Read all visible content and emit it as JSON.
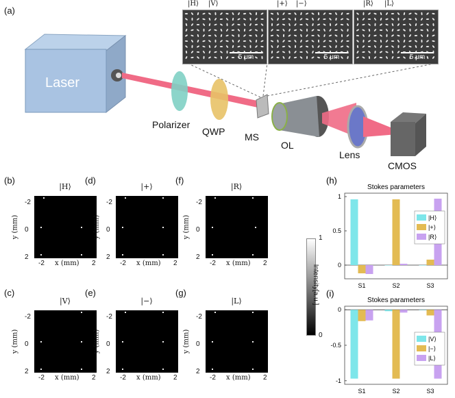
{
  "figure": {
    "panel_a_label": "(a)",
    "setup": {
      "laser": "Laser",
      "polarizer": "Polarizer",
      "qwp": "QWP",
      "ms": "MS",
      "ol": "OL",
      "lens": "Lens",
      "cmos": "CMOS"
    },
    "sem_images": [
      {
        "kets": [
          "|H⟩",
          "|V⟩"
        ],
        "scale": "5 μm"
      },
      {
        "kets": [
          "|+⟩",
          "|−⟩"
        ],
        "scale": "5 μm"
      },
      {
        "kets": [
          "|R⟩",
          "|L⟩"
        ],
        "scale": "5 μm"
      }
    ],
    "intensity_panels": [
      {
        "label": "(b)",
        "title": "|H⟩",
        "spots": [
          [
            -1.6,
            -2.0
          ],
          [
            -1.8,
            0
          ],
          [
            1.2,
            0
          ],
          [
            -1.8,
            1.9
          ],
          [
            1.2,
            1.9
          ]
        ]
      },
      {
        "label": "(d)",
        "title": "|+⟩",
        "spots": [
          [
            -1.6,
            -2.0
          ],
          [
            1.2,
            -2.0
          ],
          [
            -1.8,
            0
          ],
          [
            1.2,
            0
          ],
          [
            -1.8,
            1.9
          ],
          [
            1.2,
            1.9
          ]
        ]
      },
      {
        "label": "(f)",
        "title": "|R⟩",
        "spots": [
          [
            -1.6,
            -2.0
          ],
          [
            1.2,
            -2.0
          ],
          [
            -1.8,
            0
          ],
          [
            1.4,
            0
          ],
          [
            -1.8,
            1.9
          ],
          [
            1.2,
            1.9
          ]
        ]
      },
      {
        "label": "(c)",
        "title": "|V⟩",
        "spots": [
          [
            1.2,
            -2.0
          ],
          [
            -1.8,
            0
          ],
          [
            1.2,
            0
          ],
          [
            -1.8,
            1.9
          ],
          [
            1.2,
            1.9
          ]
        ]
      },
      {
        "label": "(e)",
        "title": "|−⟩",
        "spots": [
          [
            -1.6,
            -2.0
          ],
          [
            1.2,
            -2.0
          ],
          [
            -1.8,
            0
          ],
          [
            1.2,
            0
          ],
          [
            -1.8,
            1.9
          ],
          [
            1.2,
            1.9
          ]
        ]
      },
      {
        "label": "(g)",
        "title": "|L⟩",
        "spots": [
          [
            -1.6,
            -2.0
          ],
          [
            1.2,
            -2.0
          ],
          [
            -1.8,
            0
          ],
          [
            1.2,
            0
          ],
          [
            -1.8,
            1.9
          ],
          [
            1.2,
            1.9
          ]
        ]
      }
    ],
    "axes": {
      "ylabel": "y (mm)",
      "xlabel": "x (mm)",
      "x_ticks": [
        "-2",
        "2"
      ],
      "y_ticks": [
        "-2",
        "0",
        "2"
      ]
    },
    "colorbar": {
      "label": "Intensity[a.u.]",
      "max": "1",
      "min": "0"
    }
  },
  "chart_data": [
    {
      "panel": "(h)",
      "type": "bar",
      "title": "Stokes parameters",
      "categories": [
        "S1",
        "S2",
        "S3"
      ],
      "series": [
        {
          "name": "|H⟩",
          "color": "#7ee6ea",
          "values": [
            0.96,
            0.0,
            0.0
          ]
        },
        {
          "name": "|+⟩",
          "color": "#e3bb53",
          "values": [
            -0.12,
            0.96,
            0.08
          ]
        },
        {
          "name": "|R⟩",
          "color": "#c8a2f0",
          "values": [
            -0.13,
            0.02,
            0.97
          ]
        }
      ],
      "ylim": [
        -0.2,
        1.05
      ],
      "yticks": [
        "1",
        "0.5",
        "0"
      ]
    },
    {
      "panel": "(i)",
      "type": "bar",
      "title": "Stokes parameters",
      "categories": [
        "S1",
        "S2",
        "S3"
      ],
      "series": [
        {
          "name": "|V⟩",
          "color": "#7ee6ea",
          "values": [
            -0.97,
            -0.02,
            0.0
          ]
        },
        {
          "name": "|−⟩",
          "color": "#e3bb53",
          "values": [
            -0.16,
            -0.97,
            -0.08
          ]
        },
        {
          "name": "|L⟩",
          "color": "#c8a2f0",
          "values": [
            -0.15,
            -0.04,
            -0.97
          ]
        }
      ],
      "ylim": [
        -1.05,
        0.05
      ],
      "yticks": [
        "0",
        "-0.5",
        "-1"
      ]
    }
  ]
}
